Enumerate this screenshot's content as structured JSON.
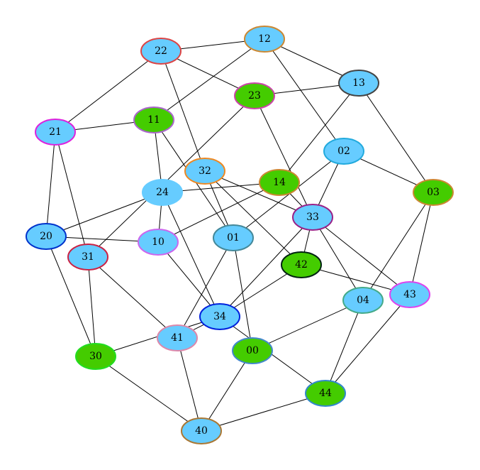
{
  "nodes": [
    {
      "id": "00",
      "label": "00",
      "fill": "#44cc00",
      "stroke": "#4488cc"
    },
    {
      "id": "01",
      "label": "01",
      "fill": "#66ccff",
      "stroke": "#448899"
    },
    {
      "id": "02",
      "label": "02",
      "fill": "#66ccff",
      "stroke": "#22aadd"
    },
    {
      "id": "03",
      "label": "03",
      "fill": "#44cc00",
      "stroke": "#cc8833"
    },
    {
      "id": "04",
      "label": "04",
      "fill": "#66ccff",
      "stroke": "#44aa88"
    },
    {
      "id": "10",
      "label": "10",
      "fill": "#66ccff",
      "stroke": "#cc66ee"
    },
    {
      "id": "11",
      "label": "11",
      "fill": "#44cc00",
      "stroke": "#aa66cc"
    },
    {
      "id": "12",
      "label": "12",
      "fill": "#66ccff",
      "stroke": "#cc8833"
    },
    {
      "id": "13",
      "label": "13",
      "fill": "#66ccff",
      "stroke": "#444444"
    },
    {
      "id": "14",
      "label": "14",
      "fill": "#44cc00",
      "stroke": "#cc8833"
    },
    {
      "id": "20",
      "label": "20",
      "fill": "#66ccff",
      "stroke": "#0033cc"
    },
    {
      "id": "21",
      "label": "21",
      "fill": "#66ccff",
      "stroke": "#dd22dd"
    },
    {
      "id": "22",
      "label": "22",
      "fill": "#66ccff",
      "stroke": "#dd4444"
    },
    {
      "id": "23",
      "label": "23",
      "fill": "#44cc00",
      "stroke": "#cc44aa"
    },
    {
      "id": "24",
      "label": "24",
      "fill": "#66ccff",
      "stroke": "#66ccff"
    },
    {
      "id": "30",
      "label": "30",
      "fill": "#44cc00",
      "stroke": "#22dd22"
    },
    {
      "id": "31",
      "label": "31",
      "fill": "#66ccff",
      "stroke": "#cc2244"
    },
    {
      "id": "32",
      "label": "32",
      "fill": "#66ccff",
      "stroke": "#ee8822"
    },
    {
      "id": "33",
      "label": "33",
      "fill": "#66ccff",
      "stroke": "#992288"
    },
    {
      "id": "34",
      "label": "34",
      "fill": "#66ccff",
      "stroke": "#0022dd"
    },
    {
      "id": "40",
      "label": "40",
      "fill": "#66ccff",
      "stroke": "#aa7733"
    },
    {
      "id": "41",
      "label": "41",
      "fill": "#66ccff",
      "stroke": "#dd88aa"
    },
    {
      "id": "42",
      "label": "42",
      "fill": "#44cc00",
      "stroke": "#002211"
    },
    {
      "id": "43",
      "label": "43",
      "fill": "#66ccff",
      "stroke": "#dd44ee"
    },
    {
      "id": "44",
      "label": "44",
      "fill": "#44cc00",
      "stroke": "#3388cc"
    }
  ],
  "edges": [
    [
      "22",
      "12"
    ],
    [
      "22",
      "21"
    ],
    [
      "22",
      "23"
    ],
    [
      "22",
      "32"
    ],
    [
      "12",
      "13"
    ],
    [
      "12",
      "02"
    ],
    [
      "12",
      "11"
    ],
    [
      "23",
      "13"
    ],
    [
      "23",
      "33"
    ],
    [
      "23",
      "31"
    ],
    [
      "13",
      "14"
    ],
    [
      "13",
      "03"
    ],
    [
      "21",
      "11"
    ],
    [
      "21",
      "20"
    ],
    [
      "21",
      "31"
    ],
    [
      "11",
      "24"
    ],
    [
      "11",
      "01"
    ],
    [
      "02",
      "03"
    ],
    [
      "02",
      "33"
    ],
    [
      "02",
      "01"
    ],
    [
      "32",
      "33"
    ],
    [
      "32",
      "42"
    ],
    [
      "32",
      "01"
    ],
    [
      "24",
      "14"
    ],
    [
      "24",
      "20"
    ],
    [
      "24",
      "10"
    ],
    [
      "24",
      "34"
    ],
    [
      "14",
      "33"
    ],
    [
      "14",
      "10"
    ],
    [
      "03",
      "04"
    ],
    [
      "03",
      "43"
    ],
    [
      "33",
      "42"
    ],
    [
      "33",
      "04"
    ],
    [
      "33",
      "43"
    ],
    [
      "33",
      "34"
    ],
    [
      "20",
      "10"
    ],
    [
      "20",
      "30"
    ],
    [
      "31",
      "30"
    ],
    [
      "31",
      "41"
    ],
    [
      "10",
      "34"
    ],
    [
      "01",
      "41"
    ],
    [
      "01",
      "00"
    ],
    [
      "42",
      "43"
    ],
    [
      "42",
      "34"
    ],
    [
      "04",
      "00"
    ],
    [
      "04",
      "44"
    ],
    [
      "43",
      "44"
    ],
    [
      "34",
      "30"
    ],
    [
      "34",
      "44"
    ],
    [
      "34",
      "41"
    ],
    [
      "41",
      "40"
    ],
    [
      "00",
      "40"
    ],
    [
      "30",
      "40"
    ],
    [
      "44",
      "40"
    ]
  ]
}
